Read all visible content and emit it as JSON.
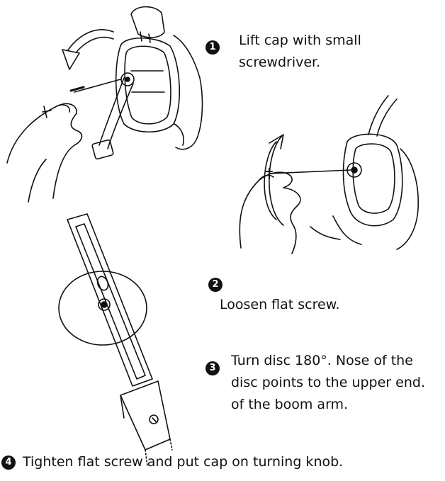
{
  "steps": [
    {
      "number": "1",
      "text_lines": [
        "Lift cap with small",
        "screwdriver."
      ]
    },
    {
      "number": "2",
      "text_lines": [
        "Loosen flat screw."
      ]
    },
    {
      "number": "3",
      "text_lines": [
        "Turn disc 180°. Nose of the",
        "disc points to the upper end.",
        "of the boom arm."
      ]
    },
    {
      "number": "4",
      "text_lines": [
        "Tighten flat screw and put cap on turning knob."
      ]
    }
  ],
  "illustrations": [
    {
      "name": "lift-cap-illustration",
      "depicts": "hands lifting headset cap with screwdriver, curved arrow"
    },
    {
      "name": "loosen-screw-illustration",
      "depicts": "hands loosening flat screw with screwdriver"
    },
    {
      "name": "boom-disc-illustration",
      "depicts": "boom arm with round disc and screw"
    }
  ]
}
